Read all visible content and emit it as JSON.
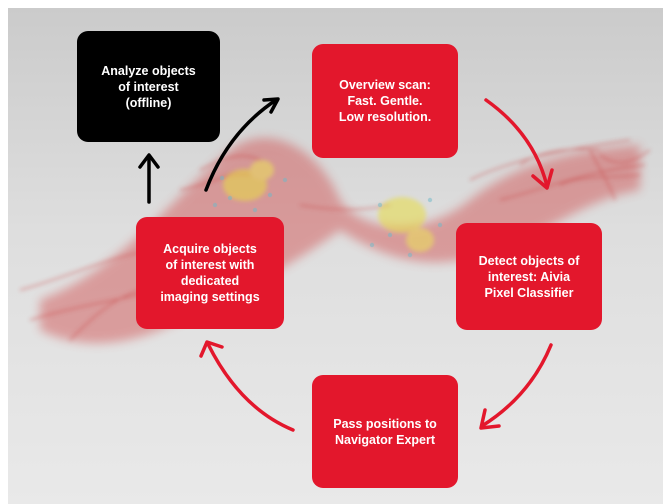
{
  "colors": {
    "panel_background": "#d9d9d9",
    "process_box": "#e3172c",
    "output_box": "#000000",
    "cycle_arrow": "#e3172c",
    "output_arrow": "#000000",
    "box_text": "#ffffff"
  },
  "nodes": {
    "analyze": {
      "lines": [
        "Analyze objects",
        "of interest",
        "(offline)"
      ]
    },
    "overview": {
      "lines": [
        "Overview scan:",
        "Fast. Gentle.",
        "Low resolution."
      ]
    },
    "detect": {
      "lines": [
        "Detect objects of",
        "interest: Aivia",
        "Pixel Classifier"
      ]
    },
    "pass": {
      "lines": [
        "Pass positions to",
        "Navigator Expert"
      ]
    },
    "acquire": {
      "lines": [
        "Acquire objects",
        "of interest with",
        "dedicated",
        "imaging settings"
      ]
    }
  },
  "edges": [
    {
      "from": "overview",
      "to": "detect",
      "style": "cycle"
    },
    {
      "from": "detect",
      "to": "pass",
      "style": "cycle"
    },
    {
      "from": "pass",
      "to": "acquire",
      "style": "cycle"
    },
    {
      "from": "acquire",
      "to": "overview",
      "style": "output"
    },
    {
      "from": "acquire",
      "to": "analyze",
      "style": "output"
    }
  ]
}
